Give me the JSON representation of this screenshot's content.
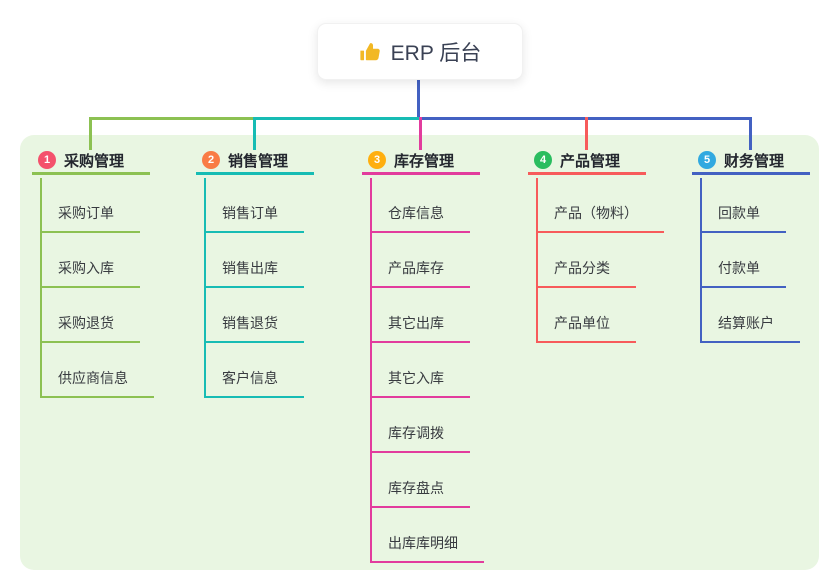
{
  "root": {
    "label": "ERP 后台",
    "icon": "thumbs-up-icon",
    "icon_color": "#f2b824",
    "line_color": "#4361c2"
  },
  "panel": {
    "background": "#e9f6e2"
  },
  "branches": [
    {
      "number": "1",
      "label": "采购管理",
      "line_color": "#8cc152",
      "badge_color": "#f4516c",
      "children": [
        "采购订单",
        "采购入库",
        "采购退货",
        "供应商信息"
      ]
    },
    {
      "number": "2",
      "label": "销售管理",
      "line_color": "#17bcb4",
      "badge_color": "#f97c45",
      "children": [
        "销售订单",
        "销售出库",
        "销售退货",
        "客户信息"
      ]
    },
    {
      "number": "3",
      "label": "库存管理",
      "line_color": "#e23c9d",
      "badge_color": "#ffaf0f",
      "children": [
        "仓库信息",
        "产品库存",
        "其它出库",
        "其它入库",
        "库存调拨",
        "库存盘点",
        "出库库明细"
      ]
    },
    {
      "number": "4",
      "label": "产品管理",
      "line_color": "#f75b5b",
      "badge_color": "#2abd5f",
      "children": [
        "产品（物料）",
        "产品分类",
        "产品单位"
      ]
    },
    {
      "number": "5",
      "label": "财务管理",
      "line_color": "#4361c2",
      "badge_color": "#31a9e0",
      "children": [
        "回款单",
        "付款单",
        "结算账户"
      ]
    }
  ]
}
